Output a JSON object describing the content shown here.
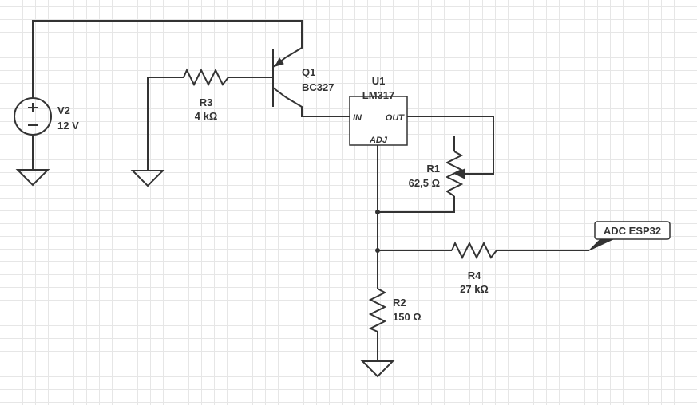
{
  "components": {
    "v2": {
      "name": "V2",
      "value": "12 V"
    },
    "q1": {
      "name": "Q1",
      "value": "BC327"
    },
    "r3": {
      "name": "R3",
      "value": "4 kΩ"
    },
    "u1": {
      "name": "U1",
      "value": "LM317",
      "pin_in": "IN",
      "pin_out": "OUT",
      "pin_adj": "ADJ"
    },
    "r1": {
      "name": "R1",
      "value": "62,5 Ω"
    },
    "r2": {
      "name": "R2",
      "value": "150 Ω"
    },
    "r4": {
      "name": "R4",
      "value": "27 kΩ"
    }
  },
  "net_label": {
    "text": "ADC ESP32"
  },
  "colors": {
    "wire": "#333333",
    "grid": "#e6e6e6",
    "background": "#ffffff"
  }
}
